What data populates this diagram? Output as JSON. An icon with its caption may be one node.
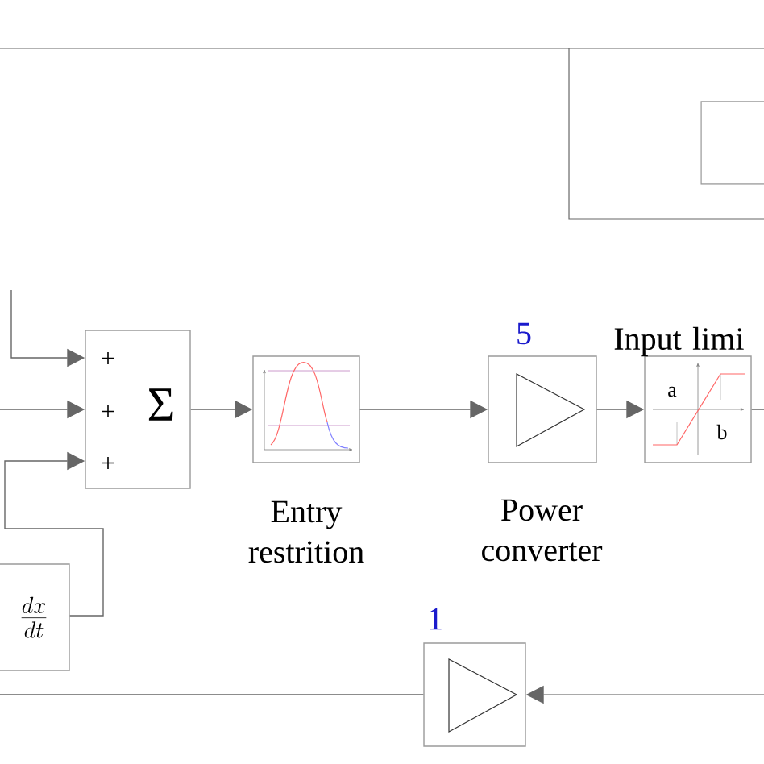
{
  "diagram": {
    "nodes": [
      {
        "text": [
          "+",
          "+",
          "+",
          "Σ"
        ]
      },
      {
        "text": [],
        "shape": "box",
        "beside": [
          "Entry restrition"
        ]
      },
      {
        "text": [],
        "shape": "box",
        "beside": [
          "5",
          "Power converter"
        ]
      },
      {
        "text": [
          "a",
          "b"
        ],
        "beside": [
          "Input limi"
        ]
      },
      {
        "text": [],
        "shape": "box",
        "beside": [
          "1"
        ]
      },
      {
        "text": [
          "\\frac{dx}{dt}"
        ]
      },
      {
        "text": [],
        "shape": "box"
      }
    ],
    "edges": [
      {
        "from": null,
        "to": 0,
        "arrow": "to"
      },
      {
        "from": null,
        "to": 0,
        "arrow": "to"
      },
      {
        "from": 5,
        "to": 0,
        "arrow": "to"
      },
      {
        "from": 0,
        "to": 1,
        "arrow": "to"
      },
      {
        "from": 1,
        "to": 2,
        "arrow": "to"
      },
      {
        "from": 2,
        "to": 3,
        "arrow": "to"
      },
      {
        "from": 3,
        "to": null,
        "arrow": "none"
      },
      {
        "from": null,
        "to": 4,
        "arrow": "to"
      },
      {
        "from": 4,
        "to": null,
        "arrow": "none"
      }
    ]
  }
}
